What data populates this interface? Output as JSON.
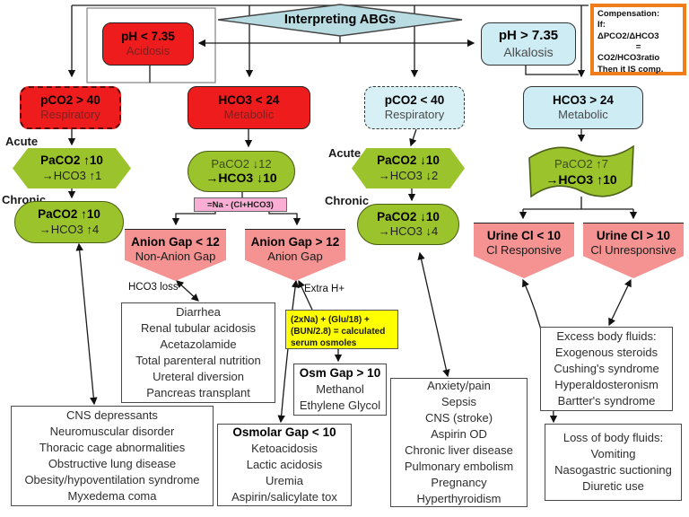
{
  "title": "Interpreting ABGs",
  "compensation": {
    "lines": [
      "Compensation:",
      "If:",
      "ΔPCO2/ΔHCO3",
      "=",
      "CO2/HCO3ratio",
      "Then it IS comp."
    ]
  },
  "boxes": {
    "acidosis": {
      "title": "pH < 7.35",
      "subtitle": "Acidosis"
    },
    "alkalosis": {
      "title": "pH > 7.35",
      "subtitle": "Alkalosis"
    },
    "resp_acidosis": {
      "title": "pCO2 > 40",
      "subtitle": "Respiratory"
    },
    "met_acidosis": {
      "title": "HCO3 < 24",
      "subtitle": "Metabolic"
    },
    "resp_alkalosis": {
      "title": "pCO2 < 40",
      "subtitle": "Respiratory"
    },
    "met_alkalosis": {
      "title": "HCO3 > 24",
      "subtitle": "Metabolic"
    },
    "acute_resp_acid": {
      "line1": "PaCO2 ↑10",
      "line2": "→HCO3 ↑1"
    },
    "chronic_resp_acid": {
      "line1": "PaCO2 ↑10",
      "line2": "→HCO3 ↑4"
    },
    "met_acid_comp": {
      "line1": "PaCO2 ↓12",
      "line2": "→HCO3 ↓10"
    },
    "acute_resp_alk": {
      "line1": "PaCO2 ↓10",
      "line2": "→HCO3 ↓2"
    },
    "chronic_resp_alk": {
      "line1": "PaCO2 ↓10",
      "line2": "→HCO3 ↓4"
    },
    "met_alk_comp": {
      "line1": "PaCO2 ↑7",
      "line2": "→HCO3 ↑10"
    },
    "anion_gap_low": {
      "title": "Anion Gap < 12",
      "subtitle": "Non-Anion Gap"
    },
    "anion_gap_high": {
      "title": "Anion Gap > 12",
      "subtitle": "Anion Gap"
    },
    "urine_cl_low": {
      "title": "Urine Cl < 10",
      "subtitle": "Cl Responsive"
    },
    "urine_cl_high": {
      "title": "Urine Cl > 10",
      "subtitle": "Cl Unresponsive"
    }
  },
  "labels": {
    "acute_left": "Acute",
    "chronic_left": "Chronic",
    "acute_right": "Acute",
    "chronic_right": "Chronic",
    "hco3_loss": "HCO3 loss",
    "extra_h": "Extra H+"
  },
  "formulas": {
    "anion_gap": "=Na - (Cl+HCO3)",
    "serum_osmoles": "(2xNa) + (Glu/18) + (BUN/2.8) = calculated serum osmoles"
  },
  "lists": {
    "non_anion_gap_causes": {
      "items": [
        "Diarrhea",
        "Renal tubular acidosis",
        "Acetazolamide",
        "Total parenteral nutrition",
        "Ureteral diversion",
        "Pancreas transplant"
      ]
    },
    "respiratory_acidosis_causes": {
      "items": [
        "CNS depressants",
        "Neuromuscular disorder",
        "Thoracic cage abnormalities",
        "Obstructive lung disease",
        "Obesity/hypoventilation syndrome",
        "Myxedema coma"
      ]
    },
    "osm_gap_high": {
      "title": "Osm Gap > 10",
      "items": [
        "Methanol",
        "Ethylene Glycol"
      ]
    },
    "osmolar_gap_low": {
      "title": "Osmolar Gap < 10",
      "items": [
        "Ketoacidosis",
        "Lactic acidosis",
        "Uremia",
        "Aspirin/salicylate tox"
      ]
    },
    "respiratory_alkalosis_causes": {
      "items": [
        "Anxiety/pain",
        "Sepsis",
        "CNS (stroke)",
        "Aspirin OD",
        "Chronic liver disease",
        "Pulmonary embolism",
        "Pregnancy",
        "Hyperthyroidism"
      ]
    },
    "excess_body_fluids": {
      "title": "Excess body fluids:",
      "items": [
        "Exogenous steroids",
        "Cushing's syndrome",
        "Hyperaldosteronism",
        "Bartter's syndrome"
      ]
    },
    "loss_of_body_fluids": {
      "title": "Loss of body fluids:",
      "items": [
        "Vomiting",
        "Nasogastric suctioning",
        "Diuretic use"
      ]
    }
  },
  "colors": {
    "acidosis_red": "#ee1c1c",
    "alkalosis_cyan": "#cdecf4",
    "compensated_green": "#9bc32c",
    "gap_salmon": "#f49392",
    "formula_pink": "#fbaed4",
    "formula_yellow": "#ffff00",
    "note_border_orange": "#ef7d1a",
    "diamond_blue": "#b9dce3"
  }
}
